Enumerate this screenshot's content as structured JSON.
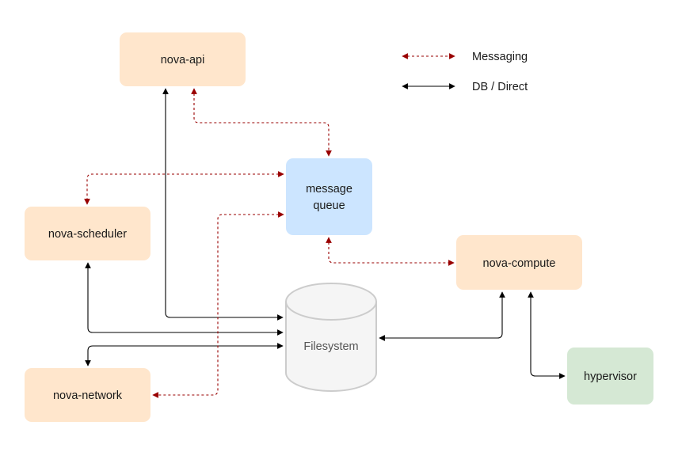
{
  "diagram": {
    "colors": {
      "service": "#ffe6cc",
      "queue": "#cce5ff",
      "storage_fill": "#f5f5f5",
      "storage_stroke": "#cccccc",
      "hypervisor": "#d5e8d4",
      "messaging": "#990000",
      "direct": "#000000"
    },
    "nodes": {
      "nova_api": {
        "label": "nova-api"
      },
      "message_queue": {
        "label_line1": "message",
        "label_line2": "queue"
      },
      "nova_scheduler": {
        "label": "nova-scheduler"
      },
      "nova_compute": {
        "label": "nova-compute"
      },
      "filesystem": {
        "label": "Filesystem"
      },
      "nova_network": {
        "label": "nova-network"
      },
      "hypervisor": {
        "label": "hypervisor"
      }
    },
    "legend": {
      "messaging": "Messaging",
      "direct": "DB / Direct"
    },
    "edges": [
      {
        "from": "nova-api",
        "to": "message queue",
        "type": "messaging"
      },
      {
        "from": "message queue",
        "to": "nova-scheduler",
        "type": "messaging"
      },
      {
        "from": "message queue",
        "to": "nova-network",
        "type": "messaging"
      },
      {
        "from": "message queue",
        "to": "nova-compute",
        "type": "messaging"
      },
      {
        "from": "nova-api",
        "to": "Filesystem",
        "type": "direct"
      },
      {
        "from": "nova-scheduler",
        "to": "Filesystem",
        "type": "direct"
      },
      {
        "from": "nova-network",
        "to": "Filesystem",
        "type": "direct"
      },
      {
        "from": "nova-compute",
        "to": "Filesystem",
        "type": "direct"
      },
      {
        "from": "nova-compute",
        "to": "hypervisor",
        "type": "direct"
      }
    ]
  }
}
